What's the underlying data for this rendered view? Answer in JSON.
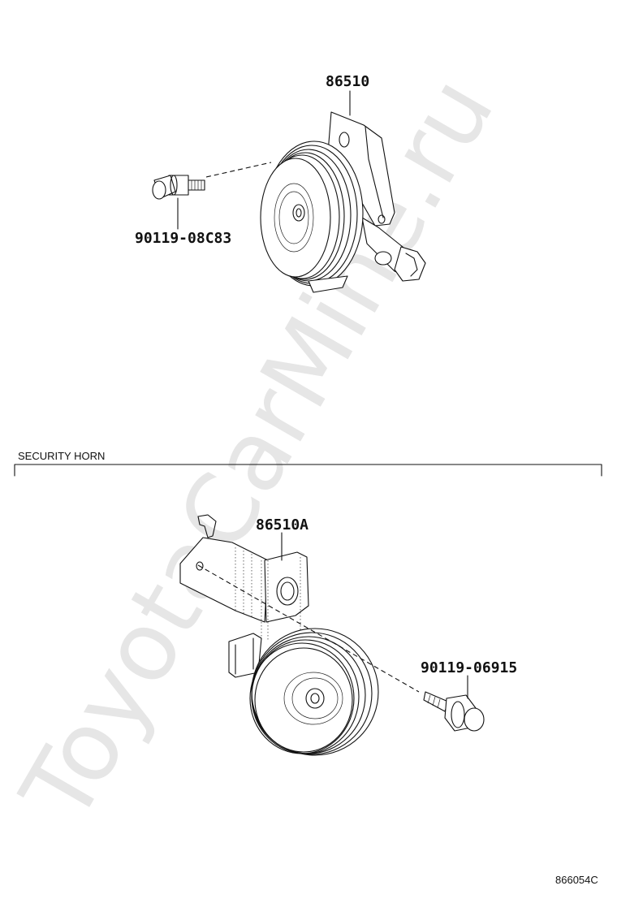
{
  "watermark": "ToyotaCarMine.ru",
  "section": {
    "label": "SECURITY HORN"
  },
  "parts": {
    "horn_upper": "86510",
    "bolt_upper": "90119-08C83",
    "horn_security": "86510A",
    "bolt_security": "90119-06915"
  },
  "illustration_code": "866054C"
}
